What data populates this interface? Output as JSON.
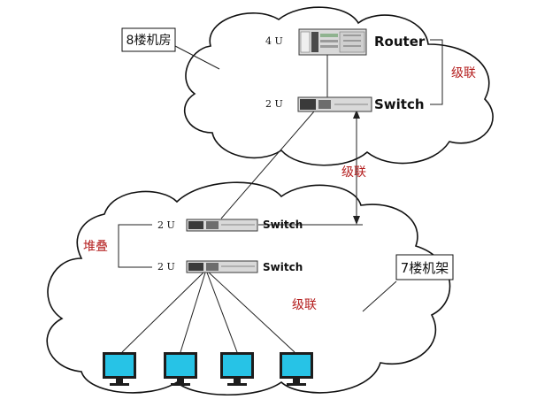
{
  "callouts": {
    "top": "8楼机房",
    "bottom": "7楼机架"
  },
  "devices": {
    "router": {
      "label": "Router",
      "rack_units": "4 U"
    },
    "switch_top": {
      "label": "Switch",
      "rack_units": "2 U"
    },
    "switch_mid1": {
      "label": "Switch",
      "rack_units": "2 U"
    },
    "switch_mid2": {
      "label": "Switch",
      "rack_units": "2 U"
    }
  },
  "links": {
    "cascade_router_switch": "级联",
    "cascade_between_floors": "级联",
    "stack": "堆叠",
    "cascade_terminals": "级联"
  },
  "colors": {
    "cloud_stroke": "#111111",
    "accent_text": "#b41e1e",
    "device_body": "#d9d9d9",
    "device_dark": "#3a3a3a",
    "monitor_screen": "#27c3e6",
    "monitor_frame": "#1d1d1d"
  },
  "icons": {
    "router": "router-icon",
    "switch": "switch-icon",
    "monitor": "monitor-icon"
  }
}
